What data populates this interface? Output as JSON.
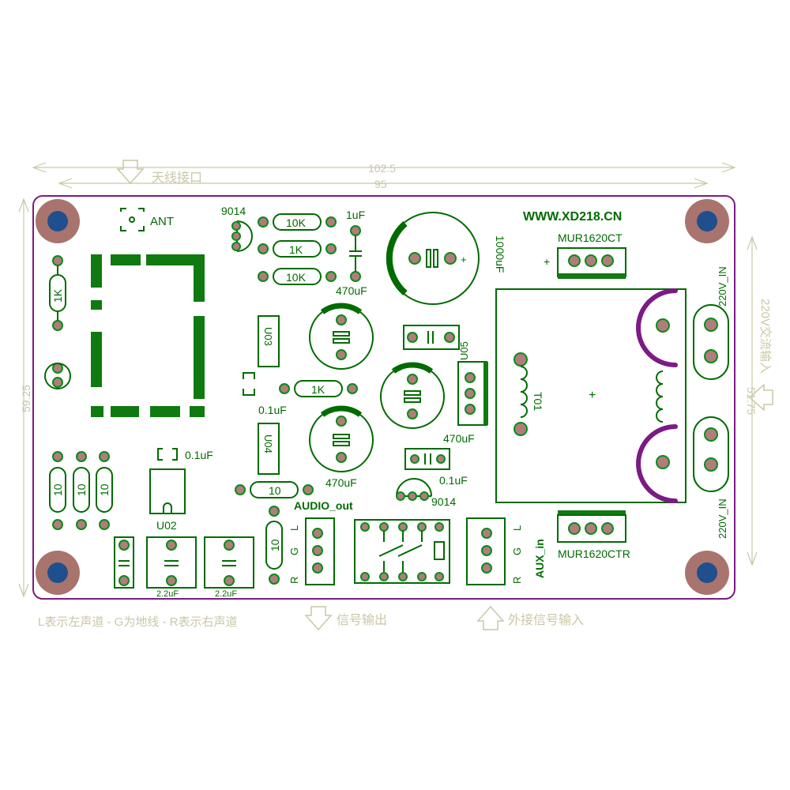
{
  "dimensions": {
    "width_outer": "102.5",
    "width_inner": "95",
    "height_left": "59.25",
    "height_right": "51.75"
  },
  "annotations": {
    "antenna_arrow": "天线接口",
    "legend_bottom_left": "L表示左声道 - G为地线 - R表示右声道",
    "signal_out": "信号输出",
    "signal_in": "外接信号输入",
    "ac_input": "220V交流输入"
  },
  "labels": {
    "website": "WWW.XD218.CN",
    "ant": "ANT",
    "q1": "9014",
    "q2": "9014",
    "r_10k_a": "10K",
    "r_1k_a": "1K",
    "r_10k_b": "10K",
    "r_1k_left": "1K",
    "r_1k_mid": "1K",
    "r_10_bottom": "10",
    "r_10_a": "10",
    "r_10_b": "10",
    "r_10_c": "10",
    "r_10_audio": "10",
    "c_1uf": "1uF",
    "c_1000uf": "1000uF",
    "c_470uf_a": "470uF",
    "c_470uf_b": "470uF",
    "c_470uf_c": "470uF",
    "c_01uf_a": "0.1uF",
    "c_01uf_b": "0.1uF",
    "c_01uf_c": "0.1uF",
    "c_22uf_a": "2.2uF",
    "c_22uf_b": "2.2uF",
    "u02": "U02",
    "u03": "U03",
    "u04": "U04",
    "u05": "U05",
    "t01": "T01",
    "mur_top": "MUR1620CT",
    "mur_bottom": "MUR1620CTR",
    "ac_in_top": "220V_IN",
    "ac_in_bottom": "220V_IN",
    "audio_out": "AUDIO_out",
    "aux_in": "AUX_in",
    "pin_l": "L",
    "pin_g": "G",
    "pin_r": "R",
    "pin_l2": "L",
    "pin_g2": "G",
    "pin_r2": "R",
    "plus_mur": "+",
    "plus_t01": "+",
    "plus_1000uf": "+"
  },
  "colors": {
    "board_outline": "#7b1b86",
    "silkscreen": "#006b00",
    "pad": "#b07d7a",
    "hole": "#2a5aa6",
    "dimension": "#c9c7a6"
  }
}
